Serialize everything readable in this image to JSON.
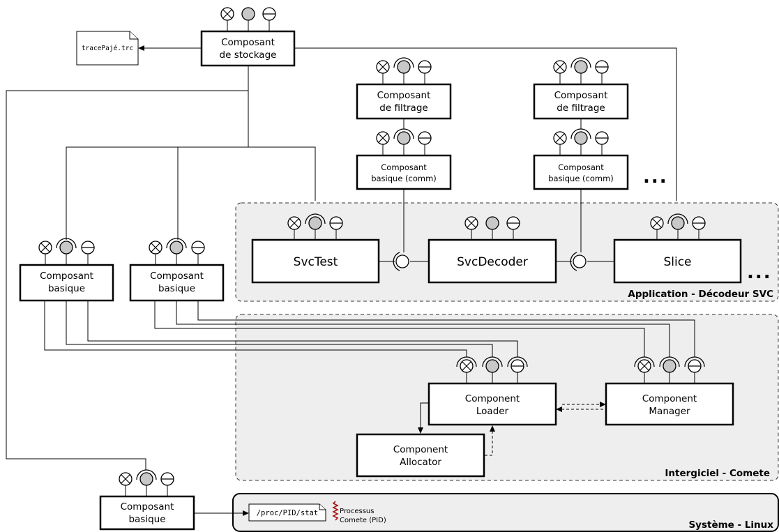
{
  "regions": {
    "application": "Application - Décodeur SVC",
    "middleware": "Intergiciel - Comete",
    "system": "Système - Linux"
  },
  "components": {
    "storage": [
      "Composant",
      "de stockage"
    ],
    "filter_1": [
      "Composant",
      "de filtrage"
    ],
    "filter_2": [
      "Composant",
      "de filtrage"
    ],
    "basic_comm_1": [
      "Composant",
      "basique (comm)"
    ],
    "basic_comm_2": [
      "Composant",
      "basique (comm)"
    ],
    "basic_left_1": [
      "Composant",
      "basique"
    ],
    "basic_left_2": [
      "Composant",
      "basique"
    ],
    "basic_bottom": [
      "Composant",
      "basique"
    ],
    "svc_test": "SvcTest",
    "svc_decoder": "SvcDecoder",
    "slice": "Slice",
    "component_loader": [
      "Component",
      "Loader"
    ],
    "component_manager": [
      "Component",
      "Manager"
    ],
    "component_allocator": [
      "Component",
      "Allocator"
    ]
  },
  "files": {
    "trace": "tracePajé.trc",
    "proc_stat": "/proc/PID/stat"
  },
  "process": [
    "Processus",
    "Comete (PID)"
  ],
  "ellipsis": "..."
}
